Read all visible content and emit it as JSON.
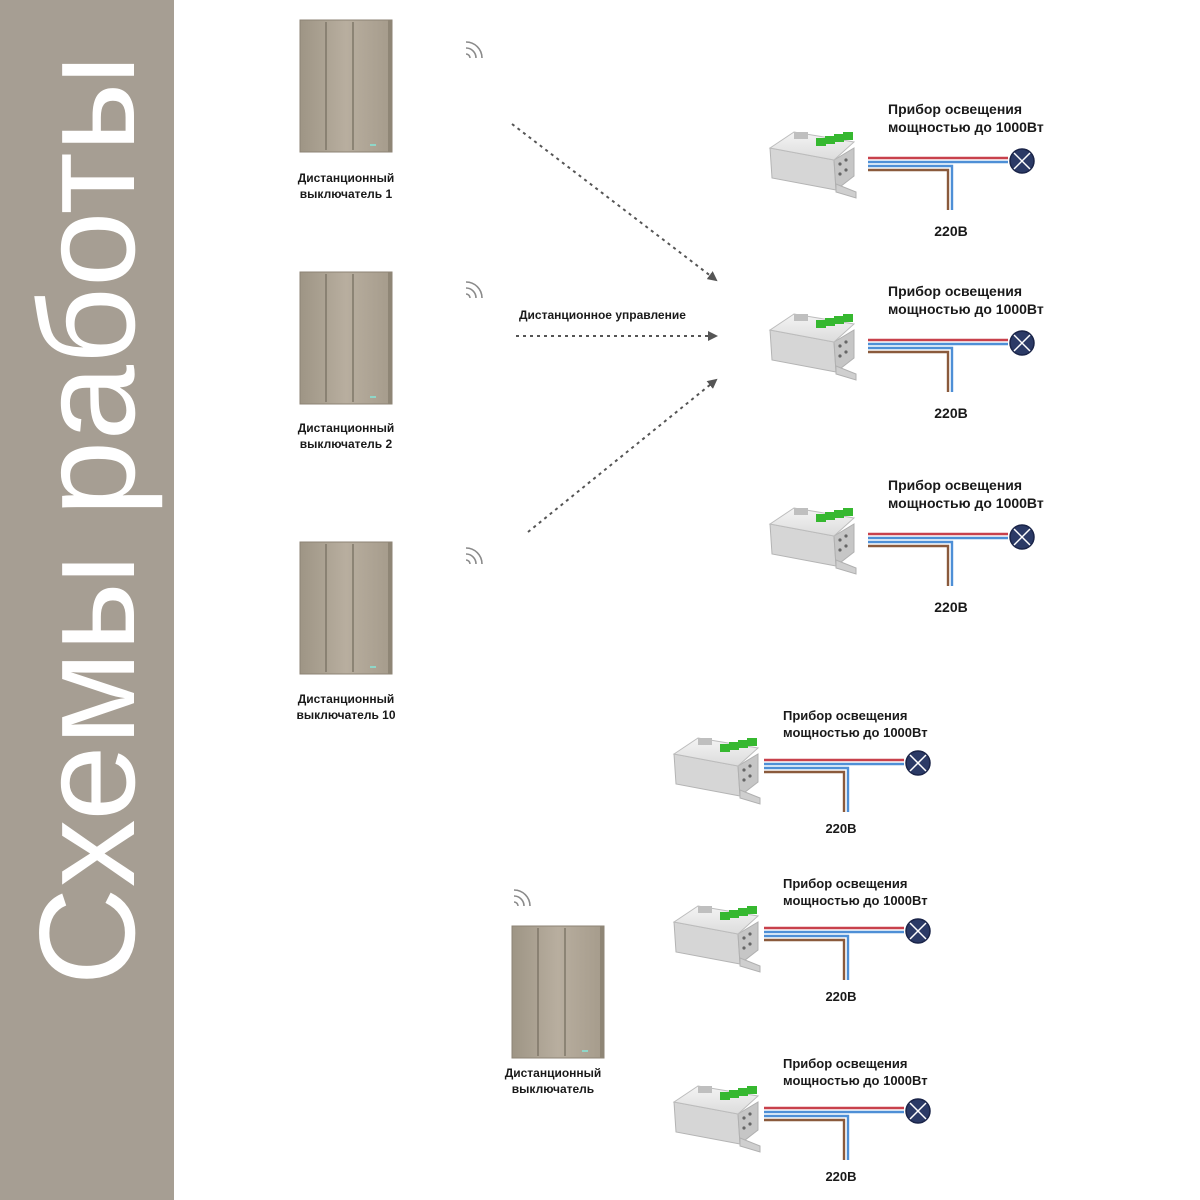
{
  "sidebar": {
    "title": "Схемы работы"
  },
  "colors": {
    "sidebar_bg": "#a69e93",
    "switch_body": "#b1a797",
    "wire_red": "#c8414c",
    "wire_blue": "#4e8fd6",
    "wire_brown": "#8a5a3c",
    "lamp": "#2b3a66",
    "led_green": "#36b830"
  },
  "top": {
    "switches": [
      {
        "line1": "Дистанционный",
        "line2": "выключатель 1"
      },
      {
        "line1": "Дистанционный",
        "line2": "выключатель 2"
      },
      {
        "line1": "Дистанционный",
        "line2": "выключатель 10"
      }
    ],
    "arrow_label": "Дистанционное управление",
    "receivers": [
      {
        "line1": "Прибор освещения",
        "line2": "мощностью до 1000Вт",
        "voltage": "220В"
      },
      {
        "line1": "Прибор освещения",
        "line2": "мощностью до 1000Вт",
        "voltage": "220В"
      },
      {
        "line1": "Прибор освещения",
        "line2": "мощностью до 1000Вт",
        "voltage": "220В"
      }
    ]
  },
  "bottom": {
    "switch": {
      "line1": "Дистанционный",
      "line2": "выключатель"
    },
    "receivers": [
      {
        "line1": "Прибор освещения",
        "line2": "мощностью до 1000Вт",
        "voltage": "220В"
      },
      {
        "line1": "Прибор освещения",
        "line2": "мощностью до 1000Вт",
        "voltage": "220В"
      },
      {
        "line1": "Прибор освещения",
        "line2": "мощностью до 1000Вт",
        "voltage": "220В"
      }
    ]
  }
}
